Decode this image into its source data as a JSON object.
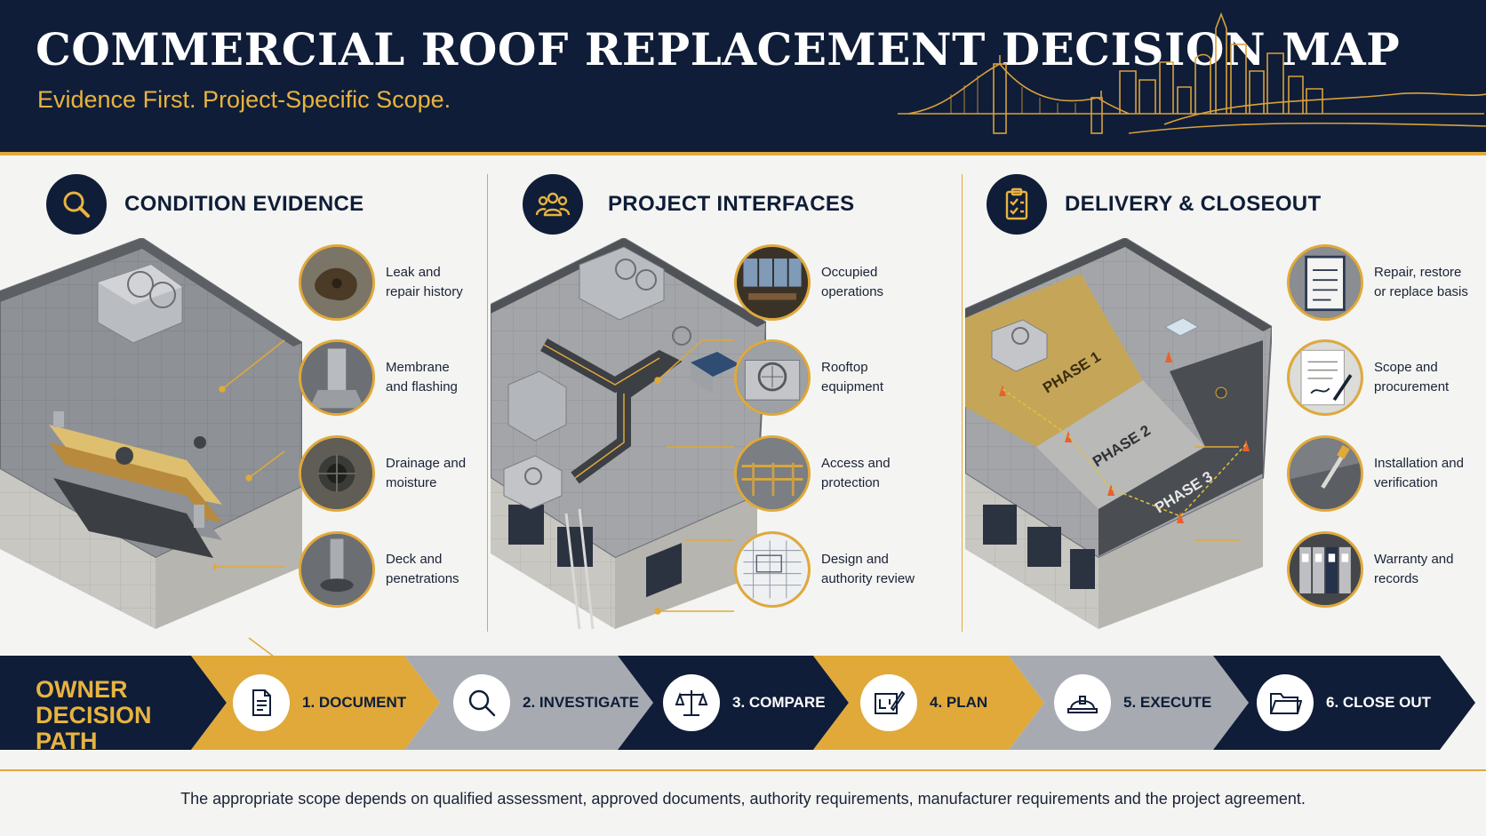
{
  "header": {
    "title": "COMMERCIAL ROOF REPLACEMENT DECISION MAP",
    "subtitle": "Evidence First. Project-Specific Scope."
  },
  "sections": [
    {
      "title": "CONDITION EVIDENCE",
      "icon": "magnifier-icon",
      "callouts": [
        {
          "line1": "Leak and",
          "line2": "repair history",
          "icon": "leak-stain-icon"
        },
        {
          "line1": "Membrane",
          "line2": "and flashing",
          "icon": "flashing-icon"
        },
        {
          "line1": "Drainage and",
          "line2": "moisture",
          "icon": "roof-drain-icon"
        },
        {
          "line1": "Deck and",
          "line2": "penetrations",
          "icon": "pipe-penetration-icon"
        }
      ]
    },
    {
      "title": "PROJECT INTERFACES",
      "icon": "people-group-icon",
      "callouts": [
        {
          "line1": "Occupied",
          "line2": "operations",
          "icon": "office-interior-icon"
        },
        {
          "line1": "Rooftop",
          "line2": "equipment",
          "icon": "hvac-unit-icon"
        },
        {
          "line1": "Access and",
          "line2": "protection",
          "icon": "guardrail-icon"
        },
        {
          "line1": "Design and",
          "line2": "authority review",
          "icon": "blueprint-icon"
        }
      ]
    },
    {
      "title": "DELIVERY & CLOSEOUT",
      "icon": "clipboard-check-icon",
      "phases": [
        "PHASE 1",
        "PHASE 2",
        "PHASE 3"
      ],
      "callouts": [
        {
          "line1": "Repair, restore",
          "line2": "or replace basis",
          "icon": "checklist-clipboard-icon"
        },
        {
          "line1": "Scope and",
          "line2": "procurement",
          "icon": "signed-document-icon"
        },
        {
          "line1": "Installation and",
          "line2": "verification",
          "icon": "seam-probe-icon"
        },
        {
          "line1": "Warranty and",
          "line2": "records",
          "icon": "binders-icon"
        }
      ]
    }
  ],
  "decision_path": {
    "title_line1": "OWNER",
    "title_line2": "DECISION PATH",
    "steps": [
      {
        "label": "1. DOCUMENT",
        "icon": "document-icon"
      },
      {
        "label": "2. INVESTIGATE",
        "icon": "magnifier-icon"
      },
      {
        "label": "3. COMPARE",
        "icon": "scales-icon"
      },
      {
        "label": "4. PLAN",
        "icon": "plan-pencil-icon"
      },
      {
        "label": "5. EXECUTE",
        "icon": "hard-hat-icon"
      },
      {
        "label": "6. CLOSE OUT",
        "icon": "folder-icon"
      }
    ]
  },
  "footnote": "The appropriate scope depends on qualified assessment, approved documents, authority requirements, manufacturer requirements and the project agreement.",
  "colors": {
    "navy": "#0f1d38",
    "gold": "#e0a93a",
    "gray": "#a7abb1",
    "background": "#f4f4f2"
  }
}
